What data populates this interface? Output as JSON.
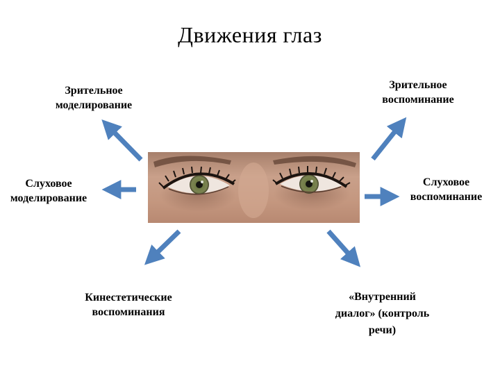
{
  "title": "Движения глаз",
  "labels": {
    "visual_construct": "Зрительное\nмоделирование",
    "visual_recall": "Зрительное\nвоспоминание",
    "auditory_construct": "Слуховое\nмоделирование",
    "auditory_recall": "Слуховое\nвоспоминание",
    "kinesthetic": "Кинестетические\nвоспоминания",
    "internal_dialogue": "«Внутренний\nдиалог» (контроль\nречи)"
  },
  "colors": {
    "arrow": "#4f81bd",
    "skin": "#c69b84",
    "iris": "#6f7a4a"
  },
  "icons": {
    "arrow": "arrow-icon",
    "photo": "eyes-photo"
  }
}
